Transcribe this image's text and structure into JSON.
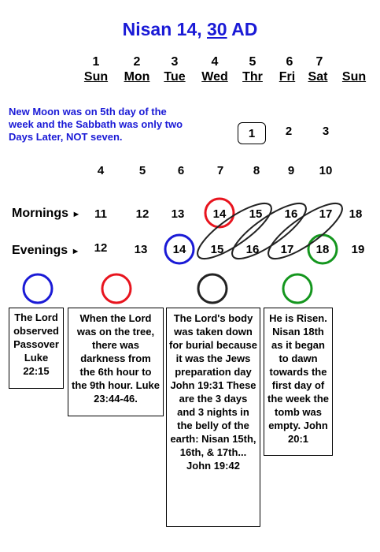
{
  "title": {
    "prefix": "Nisan 14, ",
    "year": "30",
    "suffix": " AD"
  },
  "days": [
    {
      "num": "1",
      "name": "Sun"
    },
    {
      "num": "2",
      "name": "Mon"
    },
    {
      "num": "3",
      "name": "Tue"
    },
    {
      "num": "4",
      "name": "Wed"
    },
    {
      "num": "5",
      "name": "Thr"
    },
    {
      "num": "6",
      "name": "Fri"
    },
    {
      "num": "7",
      "name": "Sat"
    },
    {
      "num": "",
      "name": "Sun"
    }
  ],
  "note": "New Moon was on 5th day of the week and the Sabbath was only two Days Later, NOT seven.",
  "row_new_moon": [
    "1",
    "2",
    "3"
  ],
  "row_dates": [
    "4",
    "5",
    "6",
    "7",
    "8",
    "9",
    "10"
  ],
  "mornings": {
    "label": "Mornings",
    "arrow": "►",
    "values": [
      "11",
      "12",
      "13",
      "14",
      "15",
      "16",
      "17",
      "18"
    ]
  },
  "evenings": {
    "label": "Evenings",
    "arrow": "►",
    "values": [
      "12",
      "13",
      "14",
      "15",
      "16",
      "17",
      "18",
      "19"
    ]
  },
  "colors": {
    "blue": "#1a1ad6",
    "red": "#e8141e",
    "dark": "#222222",
    "green": "#14961e"
  },
  "boxes": [
    {
      "text": "The Lord observed Passover Luke 22:15",
      "color": "blue"
    },
    {
      "text": "When the Lord was on the tree, there was darkness from the 6th hour to the 9th hour. Luke 23:44-46.",
      "color": "red"
    },
    {
      "text": "The Lord's body was taken down for burial because it was the Jews preparation day John 19:31 These are the 3 days and 3 nights in the belly of the earth: Nisan 15th, 16th, & 17th... John 19:42",
      "color": "dark"
    },
    {
      "text": "He is Risen. Nisan 18th as it began to dawn towards the first day of the week the tomb was empty. John 20:1",
      "color": "green"
    }
  ]
}
